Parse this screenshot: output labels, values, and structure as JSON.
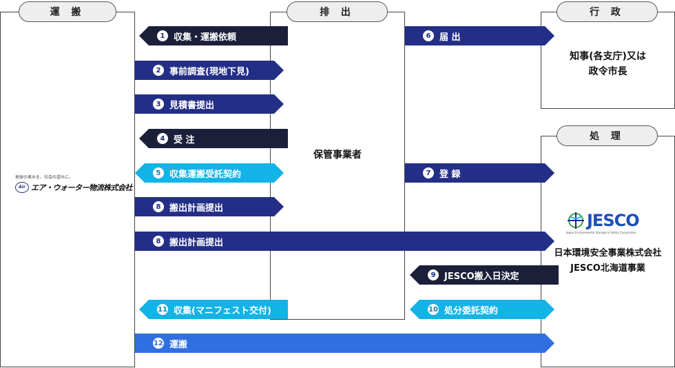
{
  "headers": {
    "transport": "運 搬",
    "emitter": "排 出",
    "admin": "行 政",
    "processing": "処 理"
  },
  "emitter_body": "保管事業者",
  "admin_body": [
    "知事(各支庁)又は",
    "政令市長"
  ],
  "transport_company": {
    "tagline": "地球の恵みを、社会の望みに。",
    "logo_mark": "Air",
    "name": "エア・ウォーター物流株式会社"
  },
  "jesco": {
    "logo_text": "JESCO",
    "logo_sub": "Japan Environmental Storage & Safety Corporation",
    "name_lines": [
      "日本環境安全事業株式会社",
      "JESCO北海道事業"
    ]
  },
  "arrows": [
    {
      "num": "1",
      "label": "収集・運搬依頼"
    },
    {
      "num": "2",
      "label": "事前調査(現地下見)"
    },
    {
      "num": "3",
      "label": "見積書提出"
    },
    {
      "num": "4",
      "label": "受 注"
    },
    {
      "num": "5",
      "label": "収集運搬受託契約"
    },
    {
      "num": "8",
      "label": "搬出計画提出"
    },
    {
      "num": "8",
      "label": "搬出計画提出"
    },
    {
      "num": "11",
      "label": "収集(マニフェスト交付)"
    },
    {
      "num": "12",
      "label": "運搬"
    },
    {
      "num": "6",
      "label": "届 出"
    },
    {
      "num": "7",
      "label": "登 録"
    },
    {
      "num": "9",
      "label": "JESCO搬入日決定"
    },
    {
      "num": "10",
      "label": "処分委託契約"
    }
  ],
  "colors": {
    "dark": "#1c1f3a",
    "navy": "#232f86",
    "cyan": "#12b3e6",
    "blue": "#2f6fe0",
    "jesco_green": "#3aa935"
  }
}
